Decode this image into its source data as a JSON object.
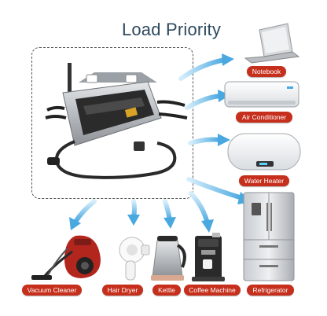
{
  "title": "Load Priority",
  "appliances": {
    "notebook": "Notebook",
    "air_conditioner": "Air Conditioner",
    "water_heater": "Water Heater",
    "refrigerator": "Refrigerator",
    "coffee_machine": "Coffee Machine",
    "kettle": "Kettle",
    "hair_dryer": "Hair Dryer",
    "vacuum_cleaner": "Vacuum Cleaner"
  },
  "colors": {
    "title": "#2e4a5f",
    "label_bg": "#c62f1c",
    "arrow": "#5ab8ea"
  }
}
